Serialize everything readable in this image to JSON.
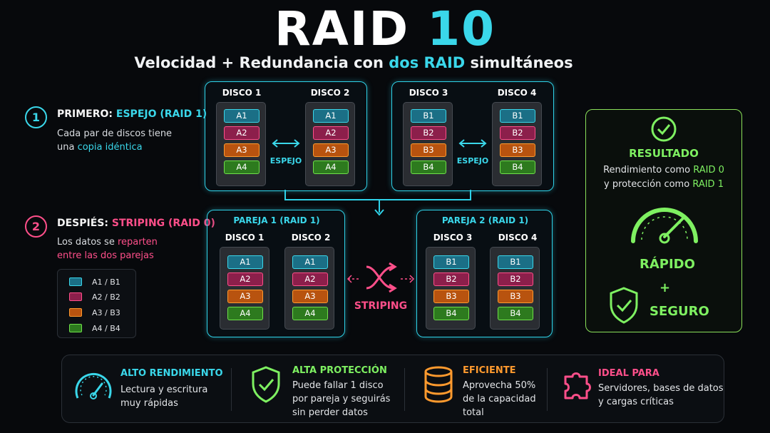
{
  "title": {
    "main": "RAID",
    "number": "10"
  },
  "subtitle": {
    "pre": "Velocidad + Redundancia con ",
    "highlight": "dos RAID",
    "post": " simultáneos"
  },
  "steps": [
    {
      "num": "1",
      "head_prefix": "PRIMERO: ",
      "head_highlight": "ESPEJO (RAID 1)",
      "desc_line1": "Cada par de discos tiene",
      "desc_line2_pre": "una ",
      "desc_line2_hl": "copia idéntica"
    },
    {
      "num": "2",
      "head_prefix": "DESPIÉS: ",
      "head_highlight": "STRIPING (RAID 0)",
      "desc_line1_pre": "Los datos se ",
      "desc_line1_hl": "reparten",
      "desc_line2": "entre las dos parejas"
    }
  ],
  "legend": [
    "A1 / B1",
    "A2 / B2",
    "A3 / B3",
    "A4 / B4"
  ],
  "mirror_groups": [
    {
      "disks": [
        {
          "label": "DISCO 1",
          "blocks": [
            "A1",
            "A2",
            "A3",
            "A4"
          ]
        },
        {
          "label": "DISCO 2",
          "blocks": [
            "A1",
            "A2",
            "A3",
            "A4"
          ]
        }
      ],
      "arrow_label": "ESPEJO"
    },
    {
      "disks": [
        {
          "label": "DISCO 3",
          "blocks": [
            "B1",
            "B2",
            "B3",
            "B4"
          ]
        },
        {
          "label": "DISCO 4",
          "blocks": [
            "B1",
            "B2",
            "B3",
            "B4"
          ]
        }
      ],
      "arrow_label": "ESPEJO"
    }
  ],
  "pairs": [
    {
      "title": "PAREJA 1 (RAID 1)",
      "disks": [
        {
          "label": "DISCO 1",
          "blocks": [
            "A1",
            "A2",
            "A3",
            "A4"
          ]
        },
        {
          "label": "DISCO 2",
          "blocks": [
            "A1",
            "A2",
            "A3",
            "A4"
          ]
        }
      ]
    },
    {
      "title": "PAREJA 2 (RAID 1)",
      "disks": [
        {
          "label": "DISCO 3",
          "blocks": [
            "B1",
            "B2",
            "B3",
            "B4"
          ]
        },
        {
          "label": "DISCO 4",
          "blocks": [
            "B1",
            "B2",
            "B3",
            "B4"
          ]
        }
      ]
    }
  ],
  "striping_label": "STRIPING",
  "result": {
    "title": "RESULTADO",
    "line1_pre": "Rendimiento como ",
    "line1_hl": "RAID 0",
    "line2_pre": "y protección como ",
    "line2_hl": "RAID 1",
    "fast": "RÁPIDO",
    "plus": "+",
    "safe": "SEGURO"
  },
  "features": [
    {
      "icon": "speedometer-icon",
      "title": "ALTO RENDIMIENTO",
      "lines": [
        "Lectura y escritura",
        "muy rápidas"
      ],
      "color": "#3ad7ea"
    },
    {
      "icon": "shield-check-icon",
      "title": "ALTA PROTECCIÓN",
      "lines": [
        "Puede fallar 1 disco",
        "por pareja y seguirás",
        "sin perder datos"
      ],
      "color": "#7ef061"
    },
    {
      "icon": "database-icon",
      "title": "EFICIENTE",
      "lines": [
        "Aprovecha 50%",
        "de la capacidad",
        "total"
      ],
      "color": "#ff9a2e"
    },
    {
      "icon": "puzzle-icon",
      "title": "IDEAL PARA",
      "lines": [
        "Servidores, bases de datos",
        "y cargas críticas"
      ],
      "color": "#ff4f8a"
    }
  ],
  "colors": {
    "cyan": "#3ad7ea",
    "pink": "#ff4f8a",
    "orange": "#ff9a2e",
    "green": "#7ef061",
    "background": "#07090c"
  }
}
